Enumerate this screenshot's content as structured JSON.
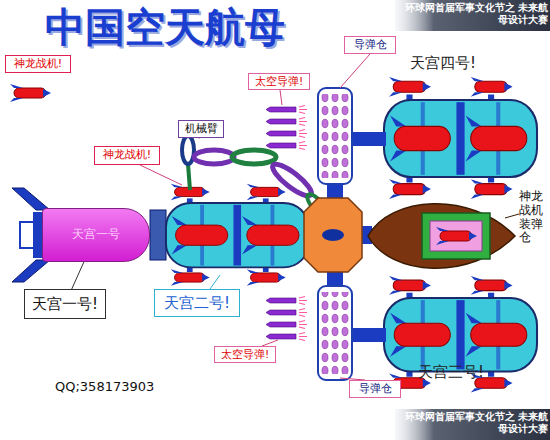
{
  "diagram": {
    "title": "中国空天航母",
    "nodes": [
      {
        "text": [
          "神龙战机!"
        ]
      },
      {
        "text": [
          "太空导弹!"
        ]
      },
      {
        "text": [
          "导弹仓"
        ]
      },
      {
        "text": [
          "机械臂"
        ]
      },
      {
        "text": [
          "神龙战机!"
        ]
      },
      {
        "text": [
          "天宫一号"
        ]
      },
      {
        "text": [
          "天宫一号!"
        ]
      },
      {
        "text": [
          "天宫二号!"
        ]
      },
      {
        "text": [
          "太空导弹!"
        ]
      },
      {
        "text": [
          "导弹仓"
        ]
      }
    ],
    "edges": [
      {
        "from": 6,
        "to": 5,
        "arrow": "none"
      }
    ],
    "labels": [
      "环球网首届军事文化节之 未来航母设计大赛",
      "天宫四号!",
      "神龙战机装弹仓",
      "天宫三号!",
      "QQ;358173903",
      "环球网首届军事文化节之 未来航母设计大赛"
    ]
  }
}
